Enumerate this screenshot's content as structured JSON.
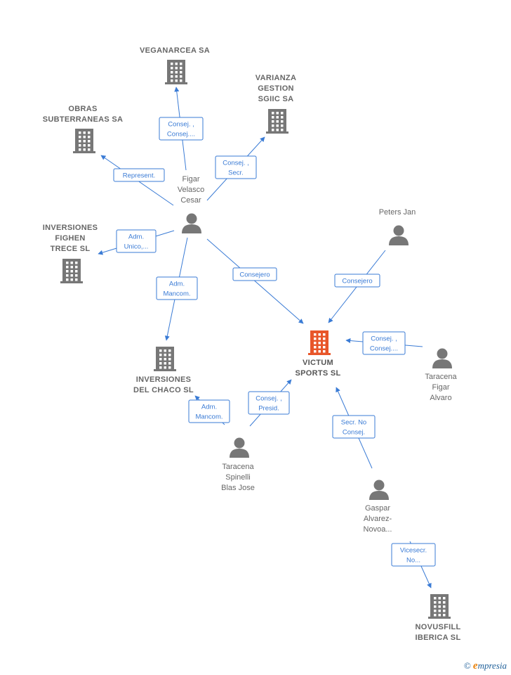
{
  "colors": {
    "edge": "#3a7bd5",
    "building": "#777777",
    "focus": "#e8562a",
    "person": "#777777"
  },
  "nodes": [
    {
      "id": "veganarcea",
      "type": "company",
      "lines": [
        "VEGANARCEA SA"
      ]
    },
    {
      "id": "varianza",
      "type": "company",
      "lines": [
        "VARIANZA",
        "GESTION",
        "SGIIC SA"
      ]
    },
    {
      "id": "obras",
      "type": "company",
      "lines": [
        "OBRAS",
        "SUBTERRANEAS SA"
      ]
    },
    {
      "id": "fighen",
      "type": "company",
      "lines": [
        "INVERSIONES",
        "FIGHEN",
        "TRECE  SL"
      ]
    },
    {
      "id": "chaco",
      "type": "company",
      "lines": [
        "INVERSIONES",
        "DEL CHACO SL"
      ]
    },
    {
      "id": "victum",
      "type": "focus",
      "lines": [
        "VICTUM",
        "SPORTS  SL"
      ]
    },
    {
      "id": "novusfill",
      "type": "company",
      "lines": [
        "NOVUSFILL",
        "IBERICA  SL"
      ]
    },
    {
      "id": "figar",
      "type": "person",
      "lines": [
        "Figar",
        "Velasco",
        "Cesar"
      ]
    },
    {
      "id": "peters",
      "type": "person",
      "lines": [
        "Peters Jan"
      ]
    },
    {
      "id": "taracena_alvaro",
      "type": "person",
      "lines": [
        "Taracena",
        "Figar",
        "Alvaro"
      ]
    },
    {
      "id": "taracena_blas",
      "type": "person",
      "lines": [
        "Taracena",
        "Spinelli",
        "Blas Jose"
      ]
    },
    {
      "id": "gaspar",
      "type": "person",
      "lines": [
        "Gaspar",
        "Alvarez-",
        "Novoa..."
      ]
    }
  ],
  "edges": [
    {
      "from": "figar",
      "to": "veganarcea",
      "label": [
        "Consej. ,",
        "Consej...."
      ]
    },
    {
      "from": "figar",
      "to": "varianza",
      "label": [
        "Consej. ,",
        "Secr."
      ]
    },
    {
      "from": "figar",
      "to": "obras",
      "label": [
        "Represent."
      ]
    },
    {
      "from": "figar",
      "to": "fighen",
      "label": [
        "Adm.",
        "Unico,..."
      ]
    },
    {
      "from": "figar",
      "to": "chaco",
      "label": [
        "Adm.",
        "Mancom."
      ]
    },
    {
      "from": "figar",
      "to": "victum",
      "label": [
        "Consejero"
      ]
    },
    {
      "from": "peters",
      "to": "victum",
      "label": [
        "Consejero"
      ]
    },
    {
      "from": "taracena_alvaro",
      "to": "victum",
      "label": [
        "Consej. ,",
        "Consej...."
      ]
    },
    {
      "from": "taracena_blas",
      "to": "victum",
      "label": [
        "Consej. ,",
        "Presid."
      ]
    },
    {
      "from": "taracena_blas",
      "to": "chaco",
      "label": [
        "Adm.",
        "Mancom."
      ]
    },
    {
      "from": "gaspar",
      "to": "victum",
      "label": [
        "Secr.  No",
        "Consej."
      ]
    },
    {
      "from": "gaspar",
      "to": "novusfill",
      "label": [
        "Vicesecr.",
        "No..."
      ]
    }
  ],
  "brand": {
    "symbol": "©",
    "initial": "e",
    "rest": "mpresia"
  }
}
